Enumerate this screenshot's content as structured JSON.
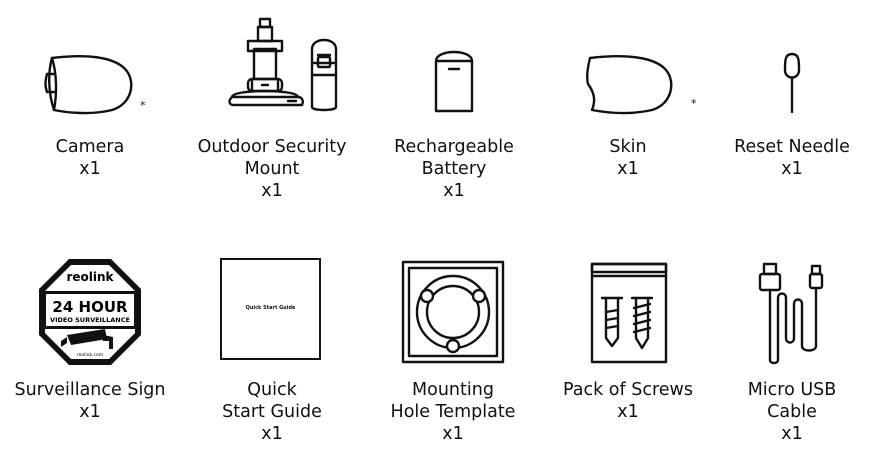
{
  "items": [
    {
      "name": "Camera",
      "qty": "x1",
      "note": "*"
    },
    {
      "name": "Outdoor Security",
      "name2": "Mount",
      "qty": "x1"
    },
    {
      "name": "Rechargeable",
      "name2": "Battery",
      "qty": "x1"
    },
    {
      "name": "Skin",
      "qty": "x1",
      "note": "*"
    },
    {
      "name": "Reset Needle",
      "qty": "x1"
    },
    {
      "name": "Surveillance Sign",
      "qty": "x1"
    },
    {
      "name": "Quick",
      "name2": "Start Guide",
      "qty": "x1"
    },
    {
      "name": "Mounting",
      "name2": "Hole Template",
      "qty": "x1"
    },
    {
      "name": "Pack of Screws",
      "qty": "x1"
    },
    {
      "name": "Micro USB",
      "name2": "Cable",
      "qty": "x1"
    }
  ],
  "sign": {
    "brand": "reolink",
    "headline": "24 HOUR",
    "subline": "VIDEO SURVEILLANCE",
    "url": "reolink.com"
  },
  "guide_cover_text": "Quick Start Guide"
}
